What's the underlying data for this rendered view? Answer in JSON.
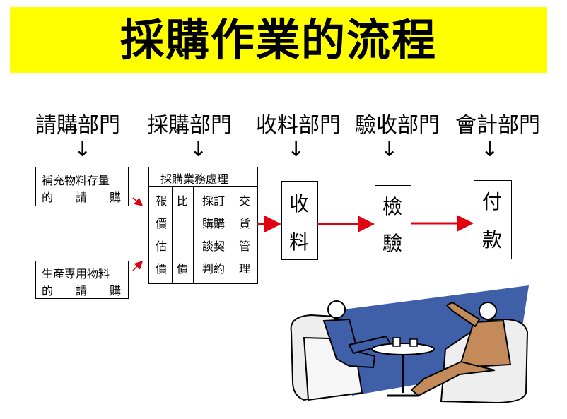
{
  "title": "採購作業的流程",
  "departments": [
    "請購部門",
    "採購部門",
    "收料部門",
    "驗收部門",
    "會計部門"
  ],
  "arrow_glyph": "↓",
  "requests": [
    {
      "line1": "補充物料存量",
      "line2": "的　　請　　購"
    },
    {
      "line1": "生產專用物料",
      "line2": "的　　請　　購"
    }
  ],
  "purchasing_box": {
    "header": "採購業務處理",
    "columns": [
      [
        "報",
        "價",
        "估",
        "價"
      ],
      [
        "比",
        "",
        "",
        "價"
      ],
      [
        "採訂",
        "購購",
        "談契",
        "判約"
      ],
      [
        "交",
        "貨",
        "管",
        "理"
      ]
    ]
  },
  "stages": [
    {
      "chars": [
        "收",
        "料"
      ]
    },
    {
      "chars": [
        "檢",
        "驗"
      ]
    },
    {
      "chars": [
        "付",
        "款"
      ]
    }
  ],
  "colors": {
    "title_bg": "#ffff00",
    "flow_arrow": "#e0000f",
    "clipart_blue": "#3f5fa8"
  }
}
